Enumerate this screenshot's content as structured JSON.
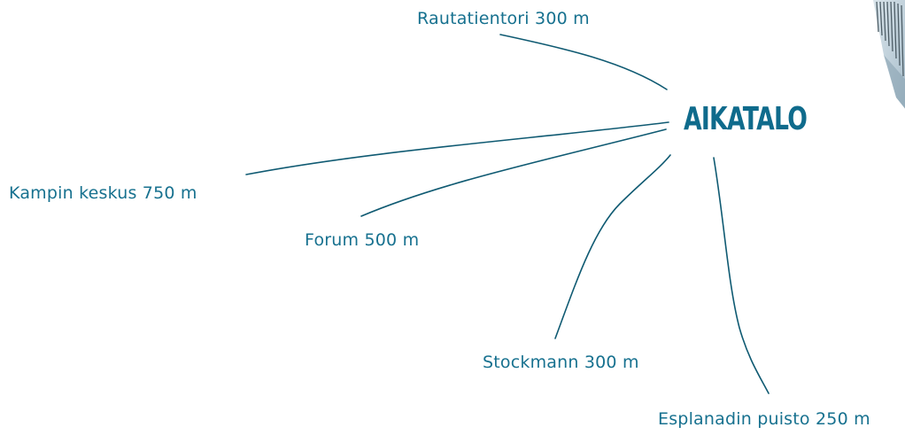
{
  "title": "AIKATALO",
  "destinations": [
    {
      "label": "Rautatientori 300 m"
    },
    {
      "label": "Kampin keskus 750 m"
    },
    {
      "label": "Forum 500 m"
    },
    {
      "label": "Stockmann 300 m"
    },
    {
      "label": "Esplanadin puisto 250 m"
    }
  ],
  "colors": {
    "line": "#0f5a72",
    "label": "#17718f",
    "title": "#0f6b8c",
    "background": "#ffffff"
  }
}
